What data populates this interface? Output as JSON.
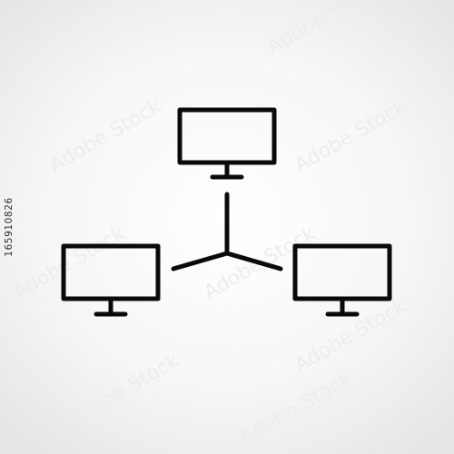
{
  "icon": {
    "name": "network-computers-icon",
    "stroke_color": "#0a0a0a",
    "background": "#f4f4f4",
    "nodes": [
      "monitor-top",
      "monitor-left",
      "monitor-right"
    ],
    "connector": "three-way-junction"
  },
  "stock_id": "165910826",
  "watermark": {
    "brand": "Adobe Stock"
  }
}
